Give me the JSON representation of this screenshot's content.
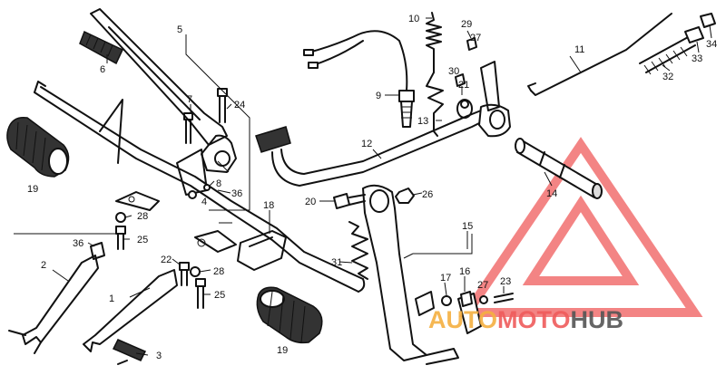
{
  "watermark": {
    "part1": "AUTO",
    "part2": "MOTO",
    "part3": "HUB",
    "color_red": "#ef5b5b",
    "color_orange": "#f5b041",
    "color_gray": "#555555"
  },
  "callouts": {
    "c1": "1",
    "c2": "2",
    "c3": "3",
    "c4": "4",
    "c5": "5",
    "c6": "6",
    "c7": "7",
    "c8": "8",
    "c9": "9",
    "c10": "10",
    "c11": "11",
    "c12": "12",
    "c13": "13",
    "c14": "14",
    "c15": "15",
    "c16": "16",
    "c17": "17",
    "c18": "18",
    "c19a": "19",
    "c19b": "19",
    "c20": "20",
    "c21": "21",
    "c22": "22",
    "c23": "23",
    "c24": "24",
    "c25a": "25",
    "c25b": "25",
    "c26": "26",
    "c27a": "27",
    "c27b": "27",
    "c28a": "28",
    "c28b": "28",
    "c29": "29",
    "c30": "30",
    "c31": "31",
    "c32": "32",
    "c33": "33",
    "c34": "34",
    "c36a": "36",
    "c36b": "36"
  }
}
